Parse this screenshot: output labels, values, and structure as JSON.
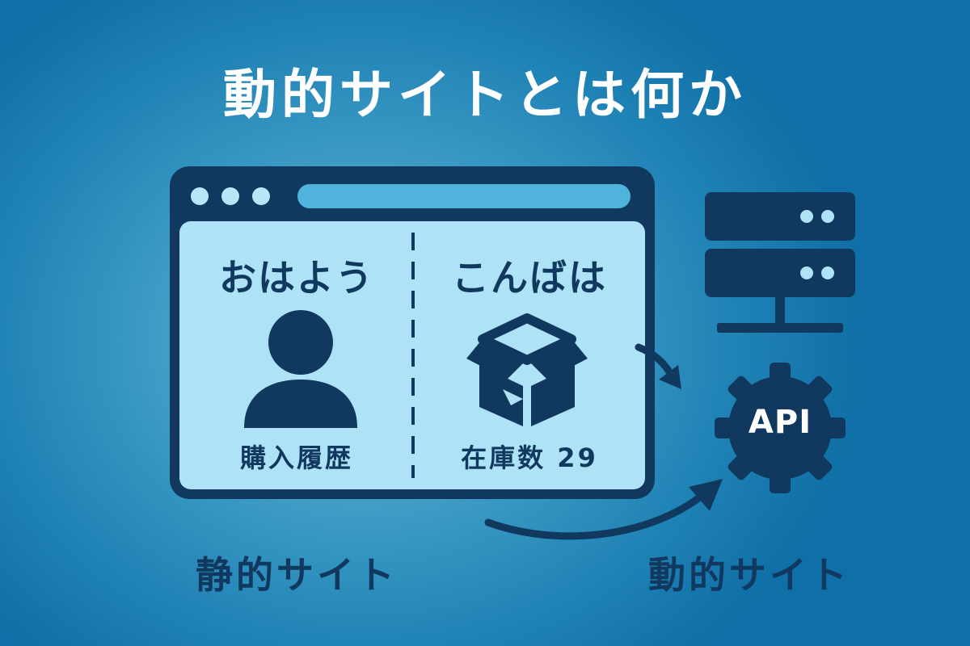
{
  "title": "動的サイトとは何か",
  "browser": {
    "left_greeting": "おはよう",
    "left_caption": "購入履歴",
    "right_greeting": "こんばは",
    "right_caption": "在庫数 29"
  },
  "api_label": "API",
  "labels": {
    "static": "静的サイト",
    "dynamic": "動的サイト"
  },
  "icons": [
    "user-icon",
    "box-icon",
    "server-icon",
    "gear-icon",
    "arrow-icon"
  ],
  "colors": {
    "background": "#1f82b5",
    "dark_navy": "#11385e",
    "light_panel": "#aee3f7",
    "text_white": "#ffffff"
  }
}
